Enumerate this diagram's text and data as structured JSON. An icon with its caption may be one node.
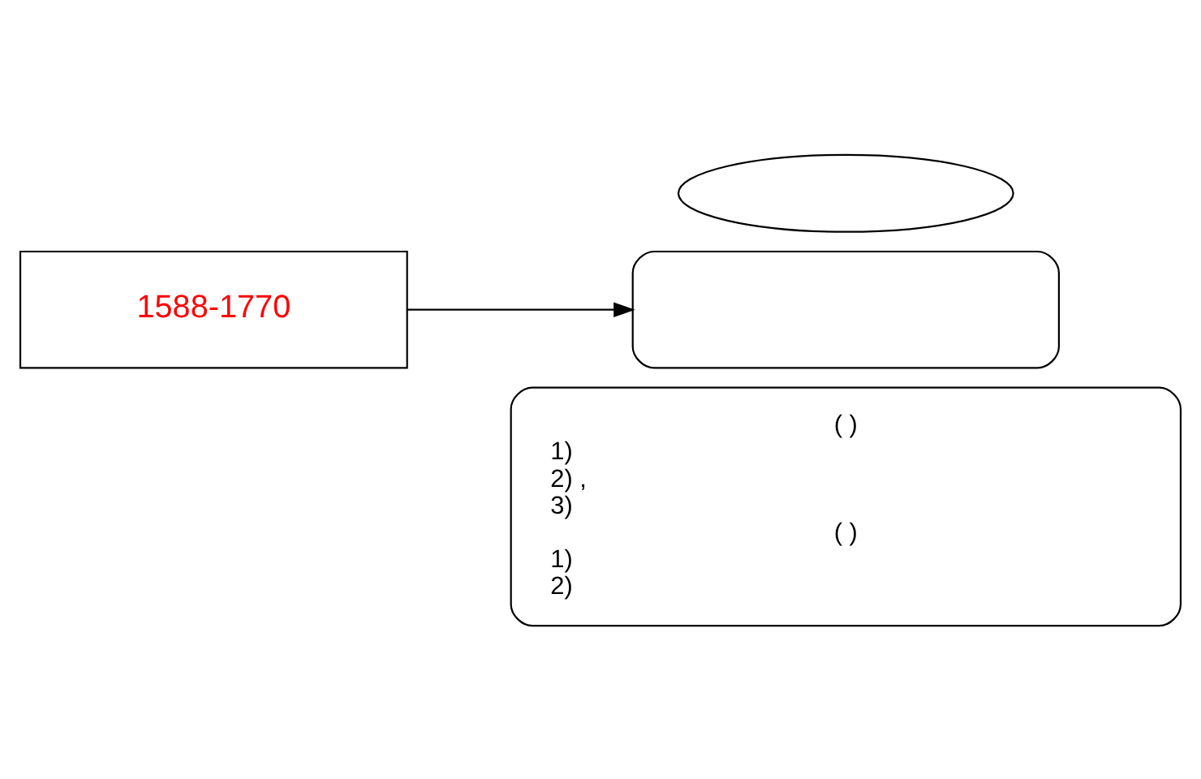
{
  "diagram": {
    "nodes": [
      {
        "text": [
          "1588-1770"
        ]
      },
      {
        "text": [],
        "shape": "ellipse"
      },
      {
        "text": [],
        "shape": "box"
      },
      {
        "text": [
          "( )",
          "1)",
          "2) ,",
          "3)",
          "( )",
          "1)",
          "2)"
        ]
      }
    ],
    "edges": [
      {
        "from": 0,
        "to": 2,
        "arrow": "to"
      }
    ]
  }
}
